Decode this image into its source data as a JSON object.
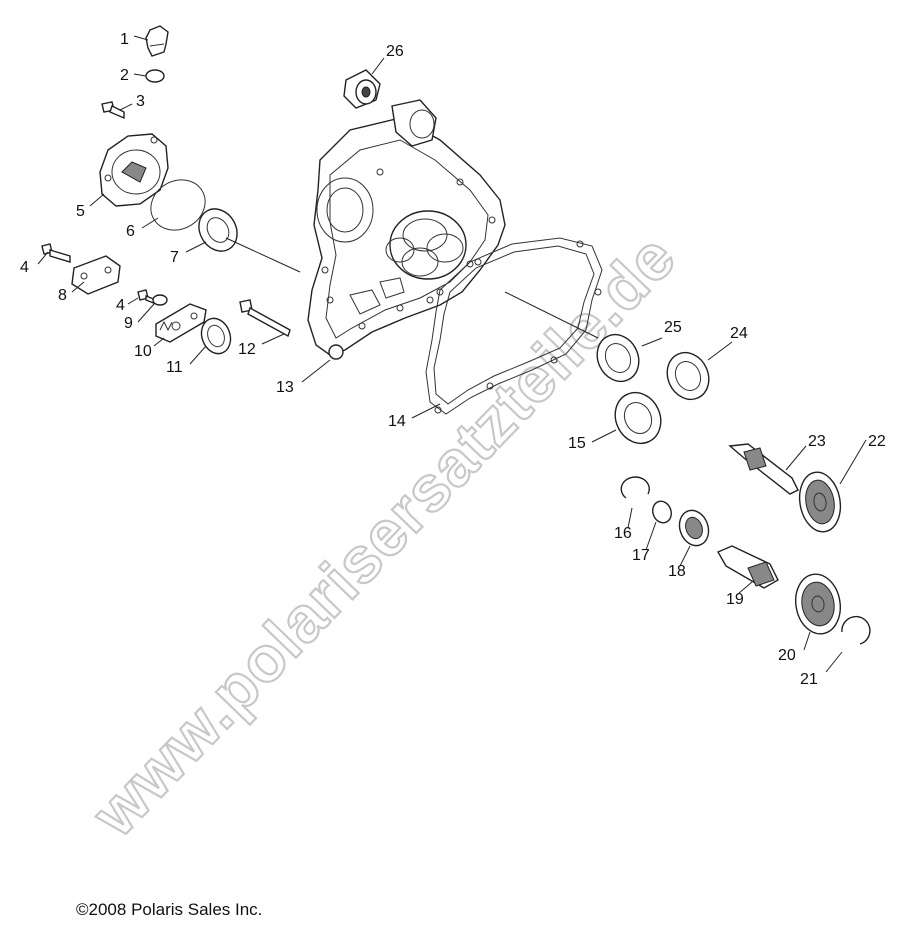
{
  "watermark": "www.polarisersatzteile.de",
  "copyright": "©2008 Polaris Sales Inc.",
  "callouts": [
    "1",
    "2",
    "3",
    "4",
    "5",
    "6",
    "7",
    "8",
    "4",
    "9",
    "10",
    "11",
    "12",
    "13",
    "14",
    "15",
    "16",
    "17",
    "18",
    "19",
    "20",
    "21",
    "22",
    "23",
    "24",
    "25",
    "26"
  ]
}
